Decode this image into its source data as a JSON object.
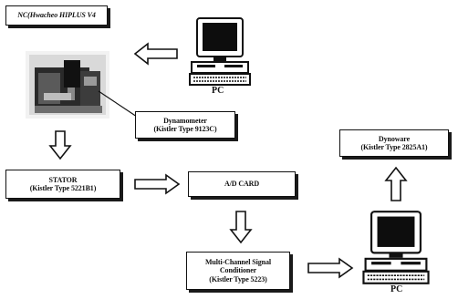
{
  "boxes": {
    "nc": "NC(Hwacheo HIPLUS V4",
    "dynamometer": {
      "line1": "Dynamometer",
      "line2": "(Kistler Type 9123C)"
    },
    "stator": {
      "line1": "STATOR",
      "line2": "(Kistler Type 5221B1)"
    },
    "adcard": "A/D CARD",
    "conditioner": {
      "line1": "Multi-Channel Signal",
      "line2": "Conditioner",
      "line3": "(Kistler Type 5223)"
    },
    "dynoware": {
      "line1": "Dynoware",
      "line2": "(Kistler Type 2825A1)"
    }
  },
  "labels": {
    "pc_top": "PC",
    "pc_bottom": "PC"
  },
  "colors": {
    "ink": "#111111",
    "screen": "#0d0d0d",
    "paper": "#ffffff"
  },
  "icons": [
    "computer-icon",
    "machine-tool-photo",
    "hollow-arrow"
  ]
}
